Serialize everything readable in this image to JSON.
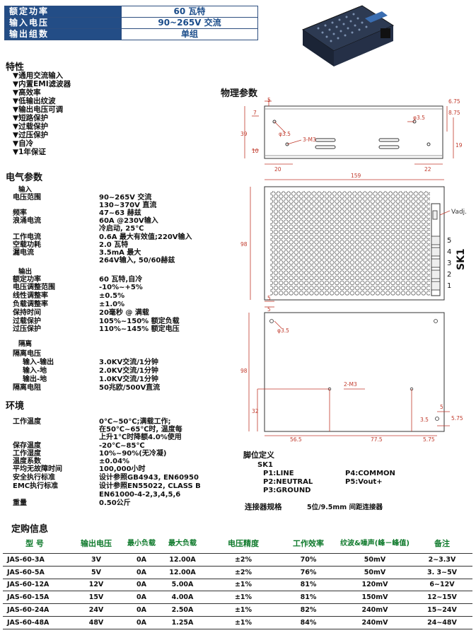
{
  "header": {
    "rows": [
      {
        "label": "额定功率",
        "value": "60 瓦特"
      },
      {
        "label": "输入电压",
        "value": "90~265V 交流"
      },
      {
        "label": "输出组数",
        "value": "单组"
      }
    ]
  },
  "features": {
    "title": "特性",
    "items": [
      "▼通用交流输入",
      "▼内置EMI滤波器",
      "▼高效率",
      "▼低输出纹波",
      "▼输出电压可调",
      "▼短路保护",
      "▼过载保护",
      "▼过压保护",
      "▼自冷",
      "▼1年保证"
    ]
  },
  "electrical": {
    "title": "电气参数",
    "input_title": "输入",
    "input": [
      {
        "k": "电压范围",
        "v": [
          "90~265V 交流",
          "130~370V 直流"
        ]
      },
      {
        "k": "频率",
        "v": [
          "47~63 赫兹"
        ]
      },
      {
        "k": "浪涌电流",
        "v": [
          "60A @230V输入",
          "冷启动, 25℃"
        ]
      },
      {
        "k": "工作电流",
        "v": [
          "0.6A 最大有效值;220V输入"
        ]
      },
      {
        "k": "空载功耗",
        "v": [
          "2.0 瓦特"
        ]
      },
      {
        "k": "漏电流",
        "v": [
          "3.5mA 最大",
          "264V输入, 50/60赫兹"
        ]
      }
    ],
    "output_title": "输出",
    "output": [
      {
        "k": "额定功率",
        "v": "60 瓦特,自冷"
      },
      {
        "k": "电压调整范围",
        "v": "-10%~+5%"
      },
      {
        "k": "线性调整率",
        "v": "±0.5%"
      },
      {
        "k": "负载调整率",
        "v": "±1.0%"
      },
      {
        "k": "保持时间",
        "v": "20毫秒 @ 满载"
      },
      {
        "k": "过载保护",
        "v": "105%~150% 额定负载"
      },
      {
        "k": "过压保护",
        "v": "110%~145% 额定电压"
      }
    ],
    "isolation_title": "隔离",
    "isolation": [
      {
        "k": "隔离电压",
        "v": ""
      },
      {
        "k": "输入-输出",
        "v": "3.0KV交流/1分钟"
      },
      {
        "k": "输入-地",
        "v": "2.0KV交流/1分钟"
      },
      {
        "k": "输出-地",
        "v": "1.0KV交流/1分钟"
      },
      {
        "k": "隔离电阻",
        "v": "50兆欧/500V直流"
      }
    ]
  },
  "environment": {
    "title": "环境",
    "rows": [
      {
        "k": "工作温度",
        "v": [
          "0℃~50℃;满载工作;",
          "在50℃~65℃时, 温度每",
          "上升1℃时降额4.0%使用"
        ]
      },
      {
        "k": "保存温度",
        "v": [
          "-20℃~85℃"
        ]
      },
      {
        "k": "工作湿度",
        "v": [
          "10%~90%(无冷凝)"
        ]
      },
      {
        "k": "温度系数",
        "v": [
          "±0.04%"
        ]
      },
      {
        "k": "平均无故障时间",
        "v": [
          "100,000小时"
        ]
      },
      {
        "k": "安全执行标准",
        "v": [
          "设计参照GB4943, EN60950"
        ]
      },
      {
        "k": "EMC执行标准",
        "v": [
          "设计参照EN55022, CLASS B",
          "EN61000-4-2,3,4,5,6"
        ]
      },
      {
        "k": "重量",
        "v": [
          "0.50公斤"
        ]
      }
    ]
  },
  "physical": {
    "title": "物理参数",
    "dims_top": {
      "d1": "5",
      "d2": "7",
      "d3": "39",
      "d4": "10",
      "d5": "20",
      "d6": "22",
      "d7": "6.75",
      "d8": "8.75",
      "d9": "19",
      "hole": "φ3.5",
      "hole2": "φ3.5",
      "screw": "3-M3"
    },
    "dims_mid": {
      "w": "159",
      "h": "98",
      "vadj": "Vadj.",
      "sk": "SK1",
      "pins": [
        "5",
        "4",
        "3",
        "2",
        "1"
      ]
    },
    "dims_bot": {
      "d1": "5",
      "d2": "5",
      "hole": "φ3.5",
      "h": "98",
      "screw": "2-M3",
      "d3": "32",
      "d4": "56.5",
      "d5": "77.5",
      "d6": "5.75",
      "d7": "3.5",
      "d8": "5",
      "d9": "5.75"
    }
  },
  "pins": {
    "title": "脚位定义",
    "sk": "SK1",
    "p1": "P1:LINE",
    "p2": "P2:NEUTRAL",
    "p3": "P3:GROUND",
    "p4": "P4:COMMON",
    "p5": "P5:Vout+"
  },
  "connector": {
    "label": "连接器规格",
    "value": "5位/9.5mm 间距连接器"
  },
  "order": {
    "title": "定购信息",
    "headers": [
      "型 号",
      "输出电压",
      "最小负载",
      "最大负载",
      "电压精度",
      "工作效率",
      "纹波&噪声(峰－峰值)",
      "备注"
    ],
    "rows": [
      [
        "JAS-60-3A",
        "3V",
        "0A",
        "12.00A",
        "±2%",
        "70%",
        "50mV",
        "2~3.3V"
      ],
      [
        "JAS-60-5A",
        "5V",
        "0A",
        "12.00A",
        "±2%",
        "76%",
        "50mV",
        "3. 3~5V"
      ],
      [
        "JAS-60-12A",
        "12V",
        "0A",
        "5.00A",
        "±1%",
        "81%",
        "120mV",
        "6~12V"
      ],
      [
        "JAS-60-15A",
        "15V",
        "0A",
        "4.00A",
        "±1%",
        "81%",
        "150mV",
        "12~15V"
      ],
      [
        "JAS-60-24A",
        "24V",
        "0A",
        "2.50A",
        "±1%",
        "82%",
        "240mV",
        "15~24V"
      ],
      [
        "JAS-60-48A",
        "48V",
        "0A",
        "1.25A",
        "±1%",
        "84%",
        "240mV",
        "24~48V"
      ]
    ]
  },
  "colors": {
    "header_bg": "#234d86",
    "header_value": "#1a4c8a",
    "order_header": "#0f7a2c",
    "drawing_red": "#c0392b"
  }
}
